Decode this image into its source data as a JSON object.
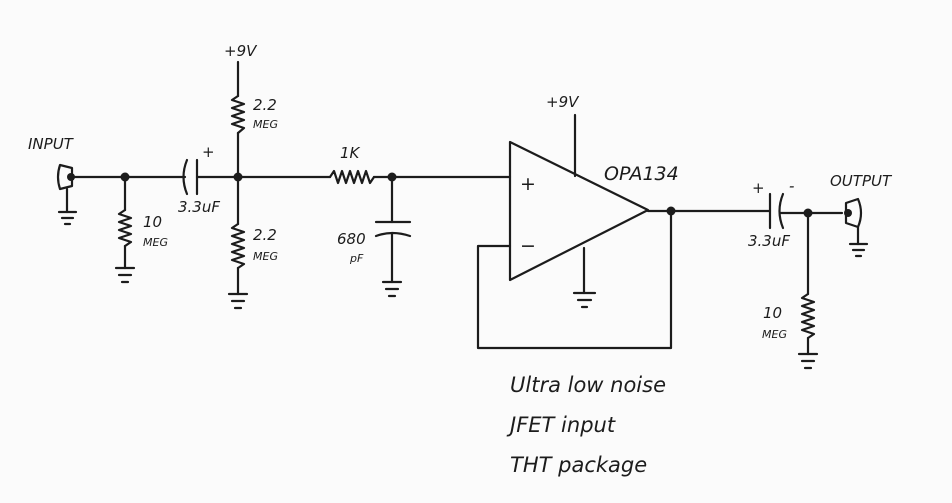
{
  "labels": {
    "input": "INPUT",
    "output": "OUTPUT",
    "vcc_bias": "+9V",
    "vcc_opamp": "+9V",
    "r_in_value": "10",
    "r_in_unit": "MEG",
    "c_in_value": "3.3uF",
    "c_in_plus": "+",
    "r_top_value": "2.2",
    "r_top_unit": "MEG",
    "r_bot_value": "2.2",
    "r_bot_unit": "MEG",
    "r_series": "1K",
    "c_filter_value": "680",
    "c_filter_unit": "pF",
    "opamp": "OPA134",
    "opamp_plus": "+",
    "opamp_minus": "−",
    "c_out_value": "3.3uF",
    "c_out_plus": "+",
    "c_out_minus": "-",
    "r_out_value": "10",
    "r_out_unit": "MEG"
  },
  "notes": [
    "Ultra low noise",
    "JFET input",
    "THT package"
  ]
}
